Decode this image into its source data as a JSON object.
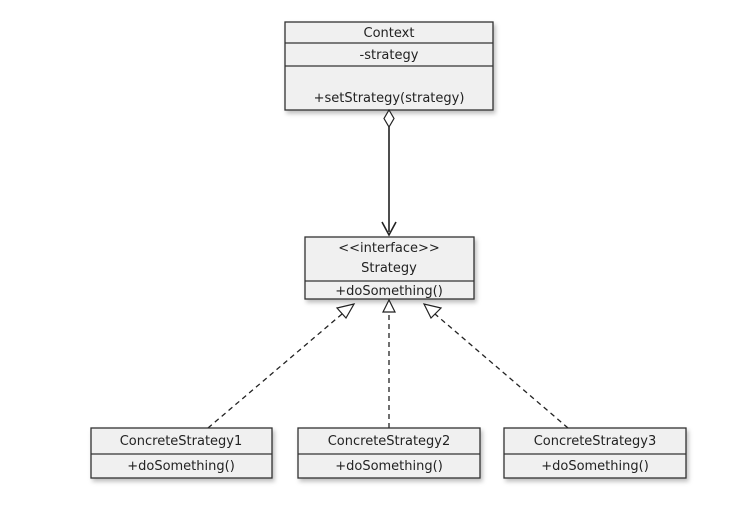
{
  "context": {
    "name": "Context",
    "attribute": "-strategy",
    "operation": "+setStrategy(strategy)"
  },
  "strategy": {
    "stereotype": "<<interface>>",
    "name": "Strategy",
    "operation": "+doSomething()"
  },
  "concrete": [
    {
      "name": "ConcreteStrategy1",
      "operation": "+doSomething()"
    },
    {
      "name": "ConcreteStrategy2",
      "operation": "+doSomething()"
    },
    {
      "name": "ConcreteStrategy3",
      "operation": "+doSomething()"
    }
  ],
  "relations": {
    "context_to_strategy": "aggregation",
    "concrete_to_strategy": "realization"
  }
}
